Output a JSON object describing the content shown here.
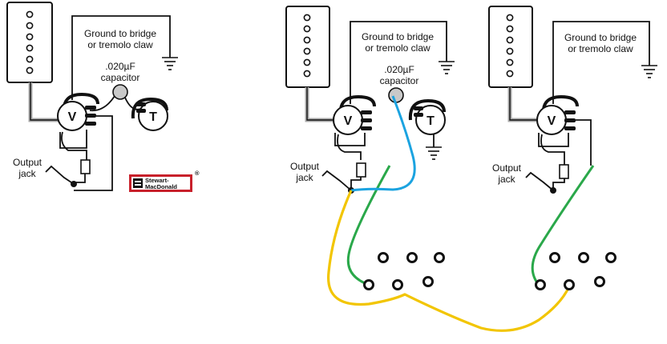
{
  "diagrams": [
    {
      "ground_label": [
        "Ground to bridge",
        "or tremolo claw"
      ],
      "capacitor_label": [
        ".020µF",
        "capacitor"
      ],
      "output_label": [
        "Output",
        "jack"
      ],
      "volume_knob": "V",
      "tone_knob": "T"
    },
    {
      "ground_label": [
        "Ground to bridge",
        "or tremolo claw"
      ],
      "capacitor_label": [
        ".020µF",
        "capacitor"
      ],
      "output_label": [
        "Output",
        "jack"
      ],
      "volume_knob": "V",
      "tone_knob": "T"
    },
    {
      "ground_label": [
        "Ground to bridge",
        "or tremolo claw"
      ],
      "output_label": [
        "Output",
        "jack"
      ],
      "volume_knob": "V"
    }
  ],
  "logo": {
    "line1": "Stewart-",
    "line2": "MacDonald",
    "mark": "®"
  },
  "colors": {
    "wire_yellow": "#f2c500",
    "wire_green": "#2aa84a",
    "wire_blue": "#1ba3e0",
    "shield_gray": "#a8a8a8",
    "logo_red": "#c8202b"
  },
  "icons": [
    "pickup-icon",
    "ground-symbol-icon",
    "capacitor-icon",
    "volume-pot-icon",
    "tone-pot-icon",
    "resistor-icon",
    "jack-terminal-icon",
    "solder-lug-icon"
  ]
}
